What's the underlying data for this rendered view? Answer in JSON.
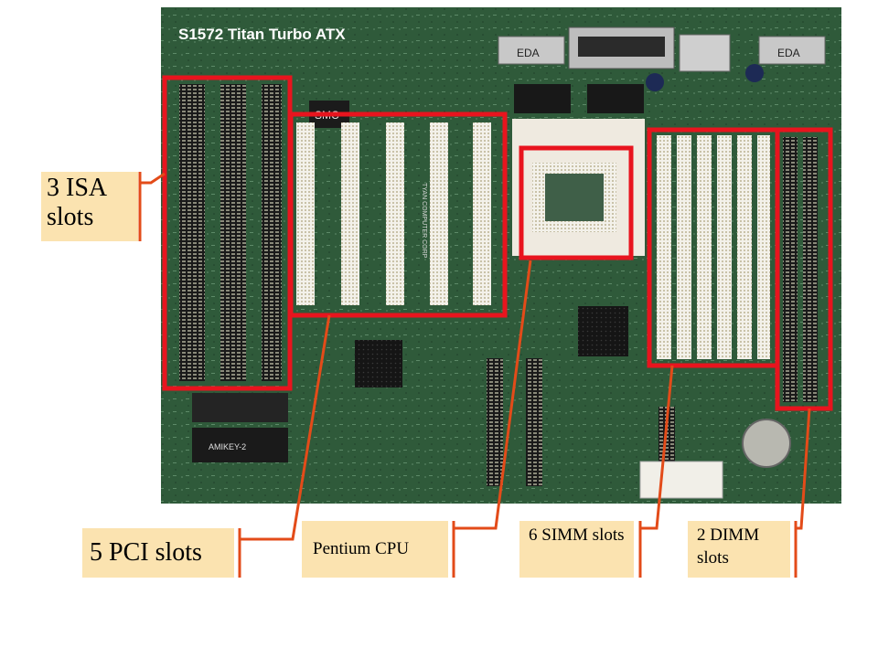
{
  "photo": {
    "board_title": "S1572 Titan Turbo ATX",
    "silkscreen": {
      "chip_smc": "SMC",
      "port_left": "EDA",
      "port_right": "EDA",
      "pci_marking": "TYAN COMPUTER CORP",
      "bios_chip": "AMIKEY-2"
    }
  },
  "labels": {
    "isa": "3 ISA slots",
    "pci": "5 PCI slots",
    "cpu": "Pentium CPU",
    "simm": "6 SIMM slots",
    "dimm": "2 DIMM slots"
  },
  "colors": {
    "highlight_red": "#e8141e",
    "leader_orange": "#e34b19",
    "label_fill": "#fbe3b0",
    "pcb_green": "#2f5a3a"
  }
}
